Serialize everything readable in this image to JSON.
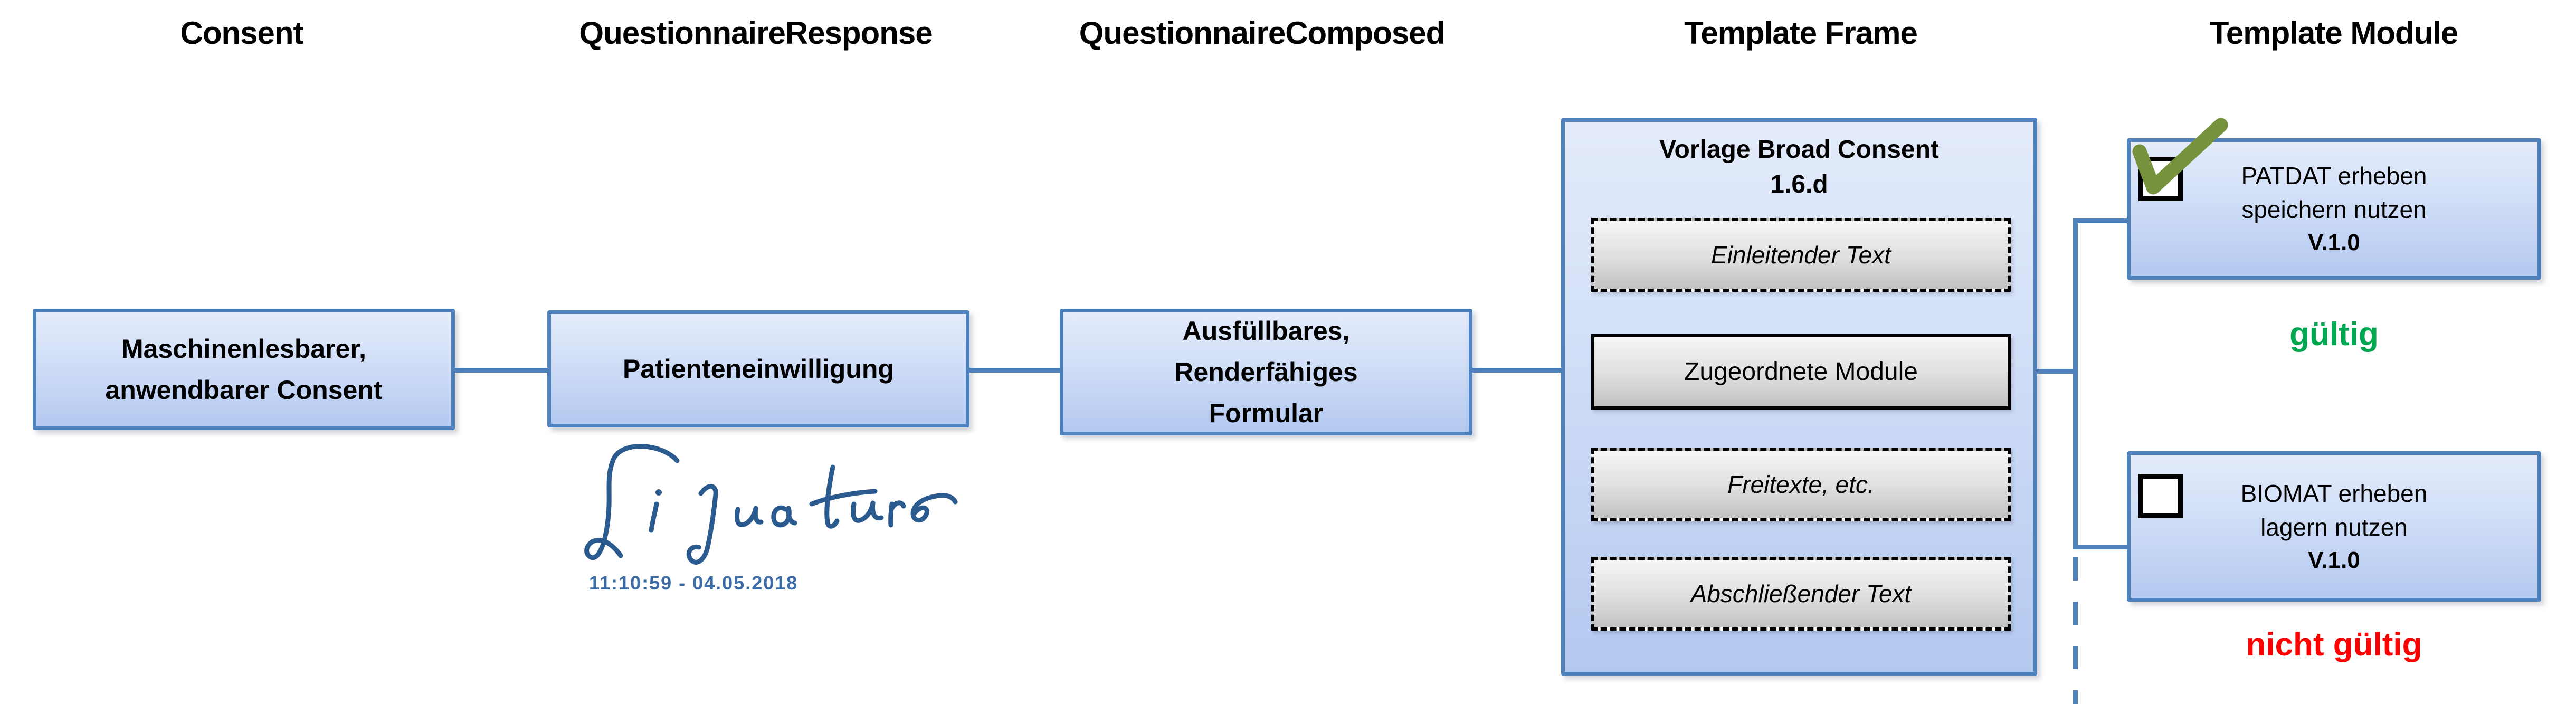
{
  "columns": {
    "consent": "Consent",
    "questionnaire_response": "QuestionnaireResponse",
    "questionnaire_composed": "QuestionnaireComposed",
    "template_frame": "Template Frame",
    "template_module": "Template Module"
  },
  "chain": {
    "machine_readable": {
      "line1": "Maschinenlesbarer,",
      "line2": "anwendbarer Consent"
    },
    "patient_consent": {
      "line1": "Patienteneinwilligung"
    },
    "fillable_form": {
      "line1": "Ausfüllbares,",
      "line2": "Renderfähiges",
      "line3": "Formular"
    }
  },
  "signature": {
    "timestamp": "11:10:59 - 04.05.2018"
  },
  "frame": {
    "title_line1": "Vorlage Broad Consent",
    "title_line2": "1.6.d",
    "slot1": "Einleitender Text",
    "slot2": "Zugeordnete Module",
    "slot3": "Freitexte, etc.",
    "slot4": "Abschließender Text"
  },
  "modules": {
    "patdat": {
      "line1": "PATDAT erheben",
      "line2": "speichern nutzen",
      "version": "V.1.0",
      "checked": true,
      "status": "gültig"
    },
    "biomat": {
      "line1": "BIOMAT erheben",
      "line2": "lagern nutzen",
      "version": "V.1.0",
      "checked": false,
      "status": "nicht gültig"
    }
  },
  "colors": {
    "box_border_blue": "#4f81bd",
    "box_fill_light": "#e4ecfb",
    "box_fill_dark": "#b4c9f0",
    "connector_blue": "#4f81bd",
    "slot_fill_light": "#f6f6f6",
    "slot_fill_dark": "#c2c2c2",
    "checkmark_green": "#76923c",
    "status_valid_green": "#00a750",
    "status_invalid_red": "#ff0000",
    "signature_blue": "#2b5a8e",
    "timestamp_blue": "#3c6ca8"
  }
}
